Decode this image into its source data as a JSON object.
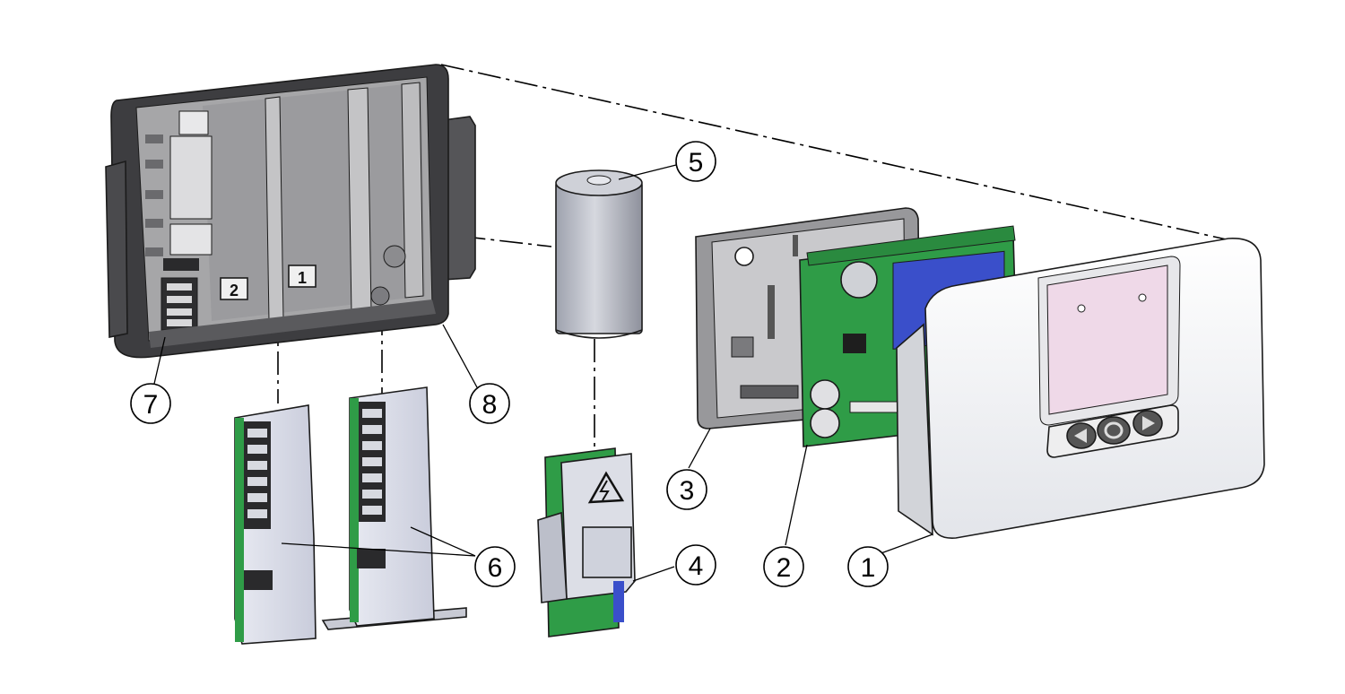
{
  "figure": {
    "type": "exploded-assembly-view",
    "callouts": [
      {
        "id": "c1",
        "label": "1"
      },
      {
        "id": "c2",
        "label": "2"
      },
      {
        "id": "c3",
        "label": "3"
      },
      {
        "id": "c4",
        "label": "4"
      },
      {
        "id": "c5",
        "label": "5"
      },
      {
        "id": "c6",
        "label": "6"
      },
      {
        "id": "c7",
        "label": "7"
      },
      {
        "id": "c8",
        "label": "8"
      }
    ],
    "slot_labels": {
      "slot_1": "1",
      "slot_2": "2"
    },
    "colors": {
      "housing_dark": "#3b3b3b",
      "housing_inner": "#a9a9ab",
      "pcb_green": "#2e9b45",
      "display_blue": "#3a4fc9",
      "module_light": "#dadde9",
      "battery": "#b9bcc7",
      "front_cover": "#f2f3f5",
      "window_pink": "#efd9e8"
    }
  }
}
